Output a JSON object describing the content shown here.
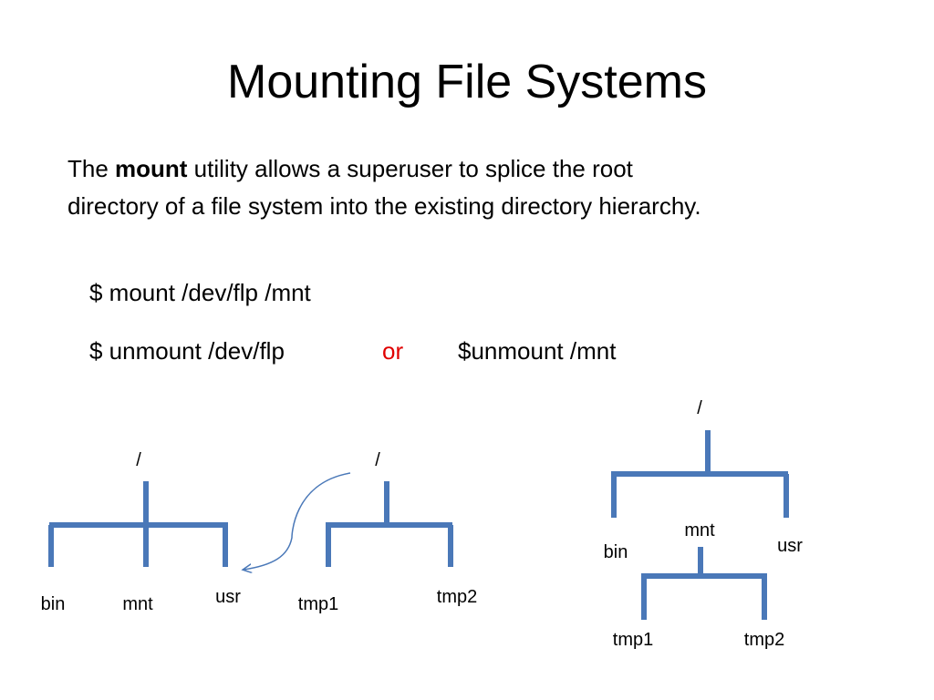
{
  "title": "Mounting File Systems",
  "paragraph": {
    "pre": "The ",
    "bold": "mount",
    "post": " utility allows a superuser to splice the root",
    "line2": "directory of a file system into the existing directory hierarchy."
  },
  "commands": {
    "mount": "$ mount /dev/flp  /mnt",
    "unmount_dev": "$ unmount /dev/flp",
    "or": "or",
    "unmount_mnt": "$unmount  /mnt"
  },
  "tree_left": {
    "root": "/",
    "children": [
      "bin",
      "mnt",
      "usr"
    ]
  },
  "tree_middle": {
    "root": "/",
    "children": [
      "tmp1",
      "tmp2"
    ]
  },
  "tree_right": {
    "root": "/",
    "children": [
      "bin",
      "mnt",
      "usr"
    ],
    "mnt_children": [
      "tmp1",
      "tmp2"
    ]
  },
  "colors": {
    "tree": "#4a78b8",
    "accent": "#e00000",
    "arrow": "#4a78b8"
  }
}
